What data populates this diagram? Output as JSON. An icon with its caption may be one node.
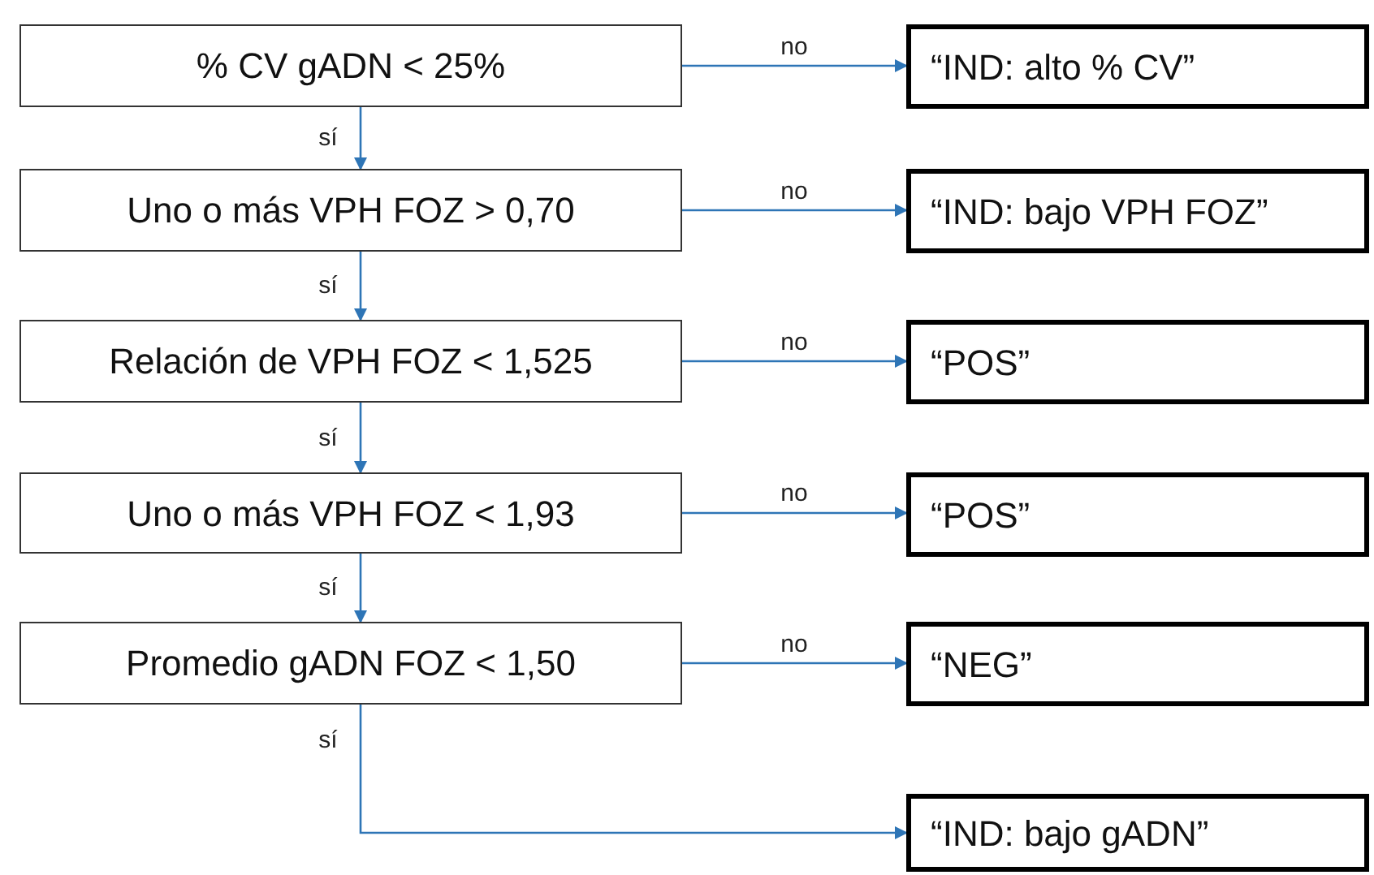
{
  "diagram": {
    "nodes": [
      {
        "text": [
          "% CV gADN < 25%"
        ]
      },
      {
        "text": [
          "“IND: alto % CV”"
        ]
      },
      {
        "text": [
          "Uno o más VPH FOZ > 0,70"
        ]
      },
      {
        "text": [
          "“IND: bajo VPH FOZ”"
        ]
      },
      {
        "text": [
          "Relación de VPH FOZ < 1,525"
        ]
      },
      {
        "text": [
          "“POS”"
        ]
      },
      {
        "text": [
          "Uno o más VPH FOZ < 1,93"
        ]
      },
      {
        "text": [
          "“POS”"
        ]
      },
      {
        "text": [
          "Promedio gADN FOZ < 1,50"
        ]
      },
      {
        "text": [
          "“NEG”"
        ]
      },
      {
        "text": [
          "“IND: bajo gADN”"
        ]
      }
    ],
    "edges": [
      {
        "from": 0,
        "to": 1,
        "arrow": "to",
        "label": "no"
      },
      {
        "from": 0,
        "to": 2,
        "arrow": "to",
        "label": "sí"
      },
      {
        "from": 2,
        "to": 3,
        "arrow": "to",
        "label": "no"
      },
      {
        "from": 2,
        "to": 4,
        "arrow": "to",
        "label": "sí"
      },
      {
        "from": 4,
        "to": 5,
        "arrow": "to",
        "label": "no"
      },
      {
        "from": 4,
        "to": 6,
        "arrow": "to",
        "label": "sí"
      },
      {
        "from": 6,
        "to": 7,
        "arrow": "to",
        "label": "no"
      },
      {
        "from": 6,
        "to": 8,
        "arrow": "to",
        "label": "sí"
      },
      {
        "from": 8,
        "to": 9,
        "arrow": "to",
        "label": "no"
      },
      {
        "from": 8,
        "to": 10,
        "arrow": "to",
        "label": "sí"
      }
    ]
  }
}
